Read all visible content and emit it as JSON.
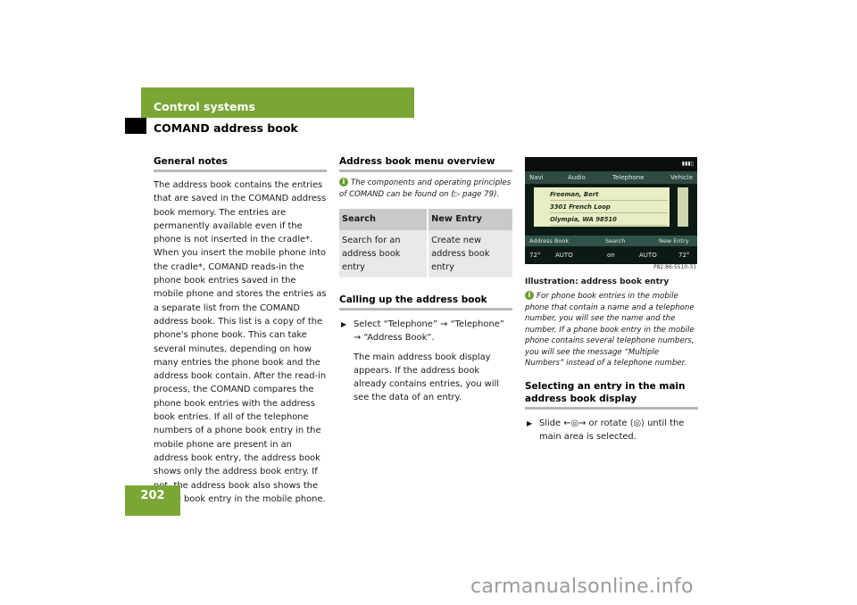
{
  "header": {
    "section": "Control systems",
    "subsection": "COMAND address book"
  },
  "page_number": "202",
  "watermark": "carmanualsonline.info",
  "general_notes": {
    "heading": "General notes",
    "body": "The address book contains the entries that are saved in the COMAND address book memory. The entries are permanently available even if the phone is not inserted in the cradle*. When you insert the mobile phone into the cradle*, COMAND reads-in the phone book entries saved in the mobile phone and stores the entries as a separate list from the COMAND address book. This list is a copy of the phone's phone book. This can take several minutes, depending on how many entries the phone book and the address book contain. After the read-in process, the COMAND compares the phone book entries with the address book entries. If all of the telephone numbers of a phone book entry in the mobile phone are present in an address book entry, the address book shows only the address book entry. If not, the address book also shows the phone book entry in the mobile phone."
  },
  "menu_overview": {
    "heading": "Address book menu overview",
    "note": "The components and operating principles of COMAND can be found on (▷ page 79).",
    "table": {
      "headers": [
        "Search",
        "New Entry"
      ],
      "rows": [
        [
          "Search for an address book entry",
          "Create new address book entry"
        ]
      ]
    }
  },
  "calling_up": {
    "heading": "Calling up the address book",
    "step": "Select “Telephone” → “Telephone” → “Address Book”.",
    "result": "The main address book display appears. If the address book already contains entries, you will see the data of an entry."
  },
  "illustration": {
    "menu": [
      "Navi",
      "Audio",
      "Telephone",
      "Vehicle"
    ],
    "entries": [
      "Freeman, Bert",
      "3301 French Loop",
      "Olympia, WA 98510"
    ],
    "bottom": [
      "Address Book",
      "Search",
      "New Entry"
    ],
    "climate": [
      "72°",
      "AUTO",
      "on",
      "AUTO",
      "72°"
    ],
    "image_id": "P82.86-5510-31",
    "caption": "Illustration: address book entry"
  },
  "phone_note": "For phone book entries in the mobile phone that contain a name and a telephone number, you will see the name and the number. If a phone book entry in the mobile phone contains several telephone numbers, you will see the message “Multiple Numbers” instead of a telephone number.",
  "selecting": {
    "heading": "Selecting an entry in the main address book display",
    "step": "Slide ←◎→ or rotate ⟨◎⟩ until the main area is selected."
  },
  "colors": {
    "accent_green": "#7ba636",
    "rule_gray": "#b8b8b8"
  }
}
